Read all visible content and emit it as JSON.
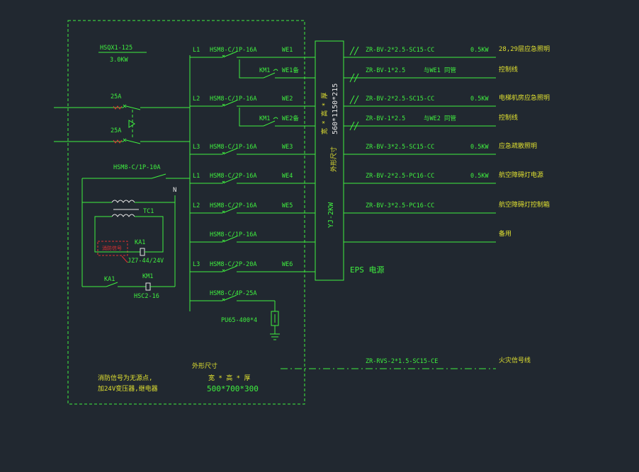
{
  "colors": {
    "background": "#212830",
    "line": "#3ff03f",
    "white": "#e8e8e8",
    "red": "#e03030",
    "yellow": "#e0e030"
  },
  "main_breaker": {
    "model": "HSQX1-125",
    "power": "3.0KW"
  },
  "inputs": [
    {
      "rating": "25A"
    },
    {
      "rating": "25A"
    }
  ],
  "control_breaker": "HSM8-C/1P-10A",
  "neutral": "N",
  "transformer": "TC1",
  "fire_signal_box": "消防信号",
  "relay": {
    "name": "KA1",
    "model": "JZ7-44/24V"
  },
  "contactor_coil": {
    "contact": "KA1",
    "name": "KM1",
    "model": "HSC2-16"
  },
  "notes": {
    "line1": "消防信号为无源点,",
    "line2": "加24V变压器,继电器"
  },
  "cabinet_size": {
    "label": "外形尺寸",
    "dims_label": "宽 * 高 * 厚",
    "dims": "500*700*300"
  },
  "eps_box": {
    "label_top": "宽 * 高 * 厚",
    "dims": "560*1150*215",
    "label_mid": "外形尺寸",
    "model": "YJ-2KW",
    "name": "EPS 电源"
  },
  "circuits": [
    {
      "phase": "L1",
      "breaker": "HSM8-C/1P-16A",
      "id": "WE1",
      "cable": "ZR-BV-2*2.5-SC15-CC",
      "power": "0.5KW",
      "load": "28,29层应急照明"
    },
    {
      "aux_contact": "KM1",
      "id": "WE1备",
      "cable": "ZR-BV-1*2.5",
      "note": "与WE1 同管",
      "load": "控制线"
    },
    {
      "phase": "L2",
      "breaker": "HSM8-C/1P-16A",
      "id": "WE2",
      "cable": "ZR-BV-2*2.5-SC15-CC",
      "power": "0.5KW",
      "load": "电梯机房应急照明"
    },
    {
      "aux_contact": "KM1",
      "id": "WE2备",
      "cable": "ZR-BV-1*2.5",
      "note": "与WE2 同管",
      "load": "控制线"
    },
    {
      "phase": "L3",
      "breaker": "HSM8-C/1P-16A",
      "id": "WE3",
      "cable": "ZR-BV-3*2.5-SC15-CC",
      "power": "0.5KW",
      "load": "应急疏散照明"
    },
    {
      "phase": "L1",
      "breaker": "HSM8-C/2P-16A",
      "id": "WE4",
      "cable": "ZR-BV-2*2.5-PC16-CC",
      "power": "0.5KW",
      "load": "航空障碍灯电源"
    },
    {
      "phase": "L2",
      "breaker": "HSM8-C/2P-16A",
      "id": "WE5",
      "cable": "ZR-BV-3*2.5-PC16-CC",
      "power": "",
      "load": "航空障碍灯控制箱"
    },
    {
      "phase": "",
      "breaker": "HSM8-C/1P-16A",
      "id": "",
      "cable": "",
      "power": "",
      "load": "备用"
    },
    {
      "phase": "L3",
      "breaker": "HSM8-C/2P-20A",
      "id": "WE6",
      "cable": "",
      "power": "",
      "load": ""
    },
    {
      "phase": "",
      "breaker": "HSM8-C/4P-25A",
      "id": "",
      "cable": "",
      "power": "",
      "load": ""
    }
  ],
  "spd": "PU65-400*4",
  "fire_signal_line": {
    "cable": "ZR-RVS-2*1.5-SC15-CE",
    "load": "火灾信号线"
  }
}
